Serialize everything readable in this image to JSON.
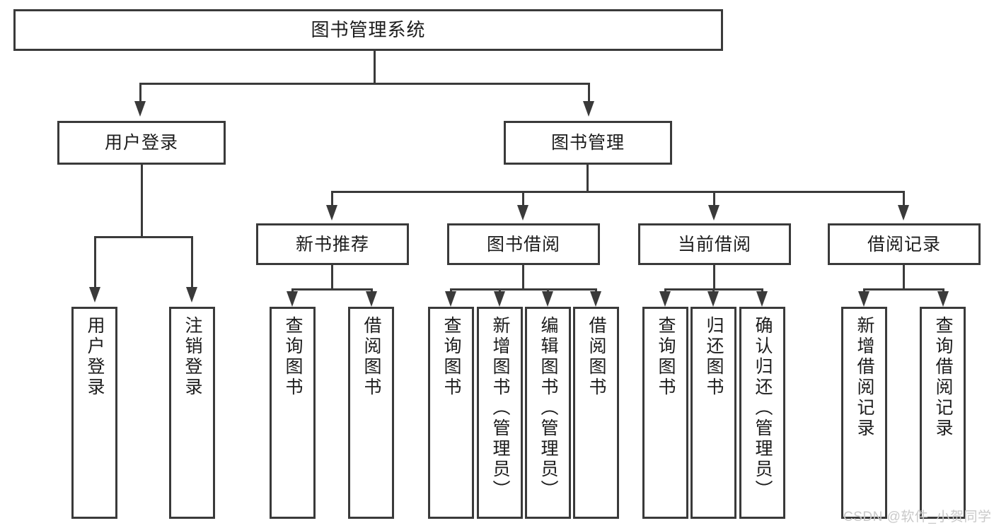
{
  "diagram": {
    "type": "tree-hierarchy-chart",
    "title": "图书管理系统",
    "colors": {
      "stroke": "#3a3a3a",
      "fill": "#ffffff",
      "text": "#1c1c1c",
      "watermark": "#c9c9c9"
    },
    "levels": {
      "root": "图书管理系统",
      "level2": [
        "用户登录",
        "图书管理"
      ],
      "level3": [
        "新书推荐",
        "图书借阅",
        "当前借阅",
        "借阅记录"
      ]
    },
    "nodes": {
      "root": {
        "label": "图书管理系统"
      },
      "user_login": {
        "label": "用户登录"
      },
      "book_manage": {
        "label": "图书管理"
      },
      "new_book_rec": {
        "label": "新书推荐"
      },
      "book_borrow": {
        "label": "图书借阅"
      },
      "current_borrow": {
        "label": "当前借阅"
      },
      "borrow_record": {
        "label": "借阅记录"
      }
    },
    "leaves": {
      "user_login": [
        {
          "label": "用户登录"
        },
        {
          "label": "注销登录"
        }
      ],
      "new_book_rec": [
        {
          "label": "查询图书"
        },
        {
          "label": "借阅图书"
        }
      ],
      "book_borrow": [
        {
          "label": "查询图书"
        },
        {
          "label": "新增图书（管理员）"
        },
        {
          "label": "编辑图书（管理员）"
        },
        {
          "label": "借阅图书"
        }
      ],
      "current_borrow": [
        {
          "label": "查询图书"
        },
        {
          "label": "归还图书"
        },
        {
          "label": "确认归还（管理员）"
        }
      ],
      "borrow_record": [
        {
          "label": "新增借阅记录"
        },
        {
          "label": "查询借阅记录"
        }
      ]
    },
    "watermark": "CSDN @软件_小贺同学"
  }
}
